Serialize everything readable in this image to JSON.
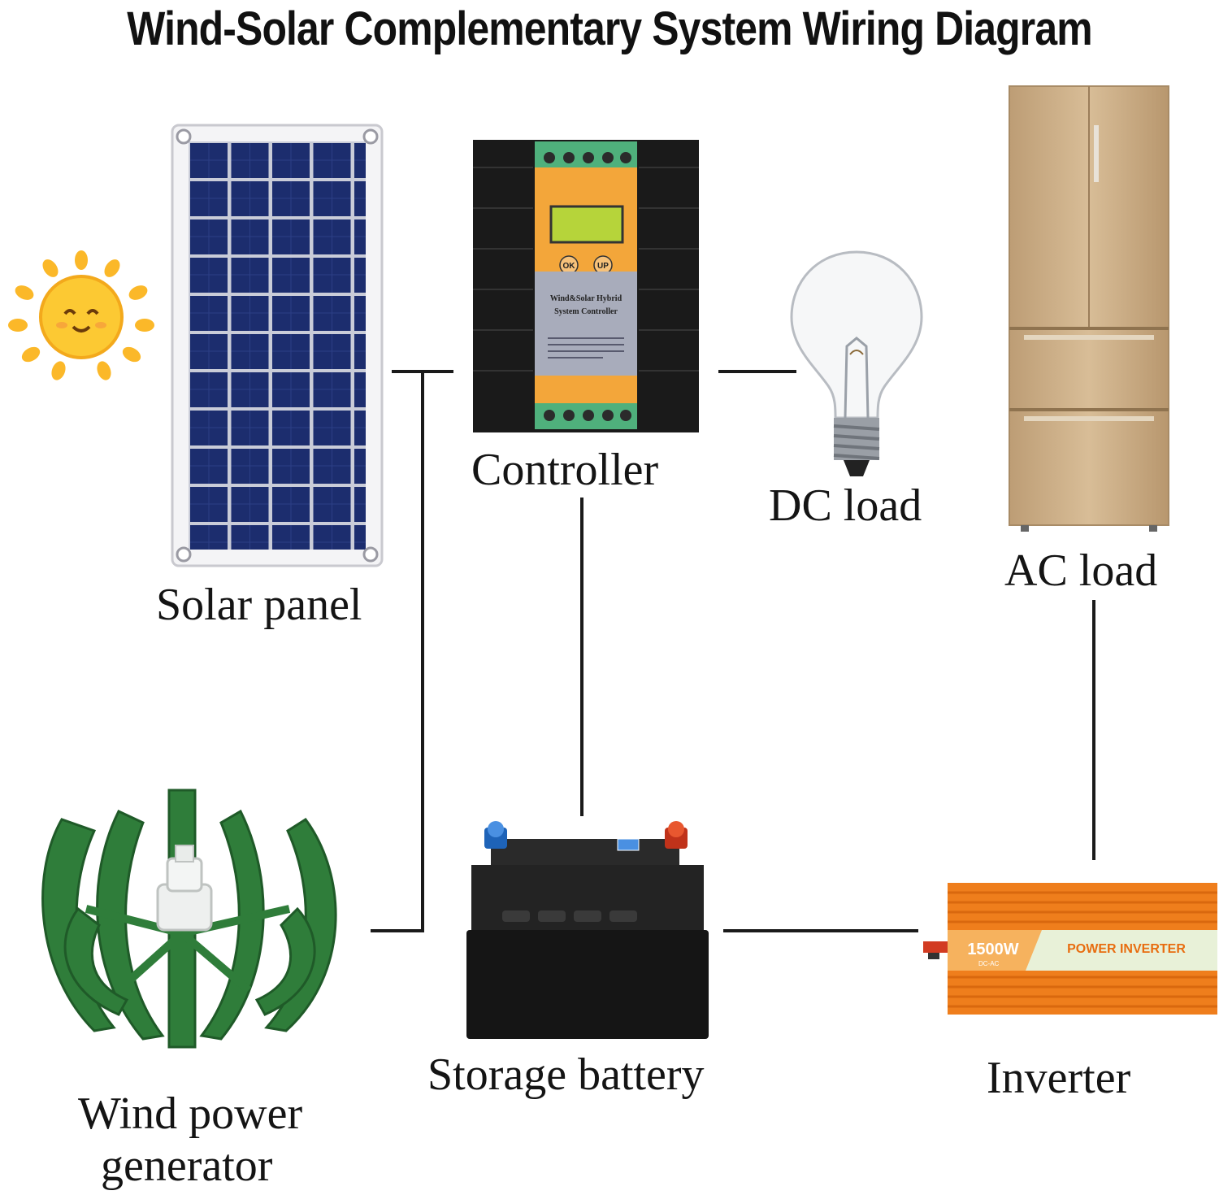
{
  "title": "Wind-Solar Complementary System Wiring Diagram",
  "labels": {
    "solar_panel": "Solar panel",
    "controller": "Controller",
    "dc_load": "DC load",
    "ac_load": "AC load",
    "wind_line1": "Wind power",
    "wind_line2": "generator",
    "battery": "Storage battery",
    "inverter": "Inverter"
  },
  "controller_panel": {
    "btn_ok": "OK",
    "btn_up": "UP",
    "name_line1": "Wind&Solar Hybrid",
    "name_line2": "System Controller"
  },
  "inverter_panel": {
    "power": "1500W",
    "name": "POWER INVERTER",
    "sub": "DC-AC"
  },
  "colors": {
    "wire": "#1a1a1a",
    "solar_cell": "#1e2f6b",
    "controller_orange": "#f3a63a",
    "turbine_green": "#2f7d3a",
    "inverter_orange": "#f07f1b",
    "fridge_gold": "#c9ab83",
    "sun": "#fbc02d"
  },
  "icons": [
    "sun-icon",
    "solar-panel-image",
    "controller-image",
    "light-bulb-image",
    "fridge-image",
    "wind-turbine-image",
    "battery-image",
    "inverter-image"
  ]
}
